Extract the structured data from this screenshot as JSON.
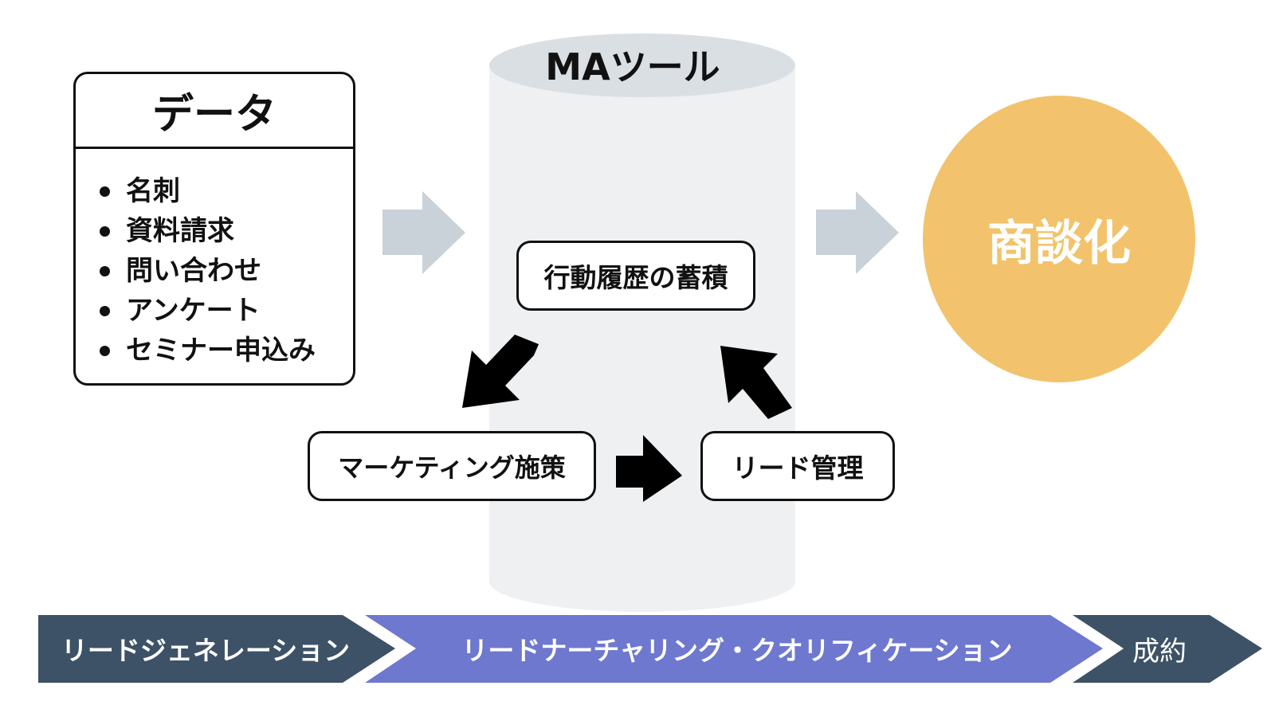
{
  "data_box": {
    "title": "データ",
    "items": [
      "名刺",
      "資料請求",
      "問い合わせ",
      "アンケート",
      "セミナー申込み"
    ]
  },
  "ma_tool": {
    "title": "MAツール",
    "steps": {
      "history": "行動履歴の蓄積",
      "marketing": "マーケティング施策",
      "lead": "リード管理"
    }
  },
  "result": {
    "label": "商談化"
  },
  "phases": {
    "generation": "リードジェネレーション",
    "nurturing": "リードナーチャリング・クオリフィケーション",
    "closing": "成約"
  },
  "colors": {
    "cylinder_body": "#eef0f2",
    "cylinder_top": "#dadfe4",
    "flow_arrow": "#c9d1d9",
    "result_circle": "#f2c36c",
    "phase_dark": "#3d5266",
    "phase_accent": "#6e78cf"
  }
}
